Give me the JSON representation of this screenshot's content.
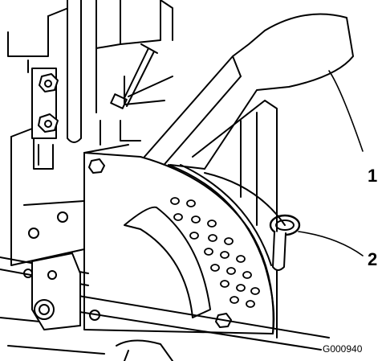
{
  "callouts": [
    {
      "label": "1"
    },
    {
      "label": "2"
    }
  ],
  "figure_code": "G000940",
  "colors": {
    "ink": "#000000",
    "paper": "#ffffff"
  }
}
